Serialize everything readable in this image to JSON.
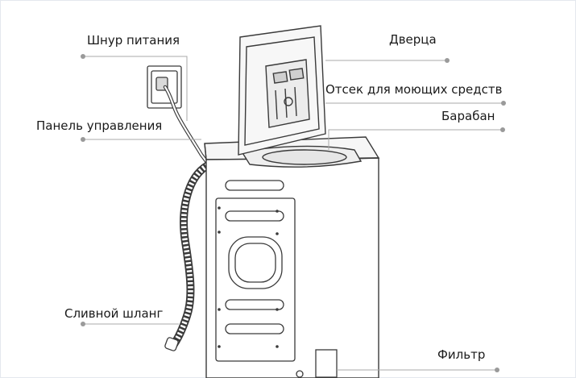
{
  "labels": {
    "power_cord": "Шнур питания",
    "control_panel": "Панель управления",
    "drain_hose": "Сливной шланг",
    "door": "Дверца",
    "detergent_drawer": "Отсек для моющих  средств",
    "drum": "Барабан",
    "filter": "Фильтр"
  },
  "colors": {
    "line": "#3a3a3a",
    "leader": "#a9a9a9",
    "dot": "#9a9a9a"
  }
}
